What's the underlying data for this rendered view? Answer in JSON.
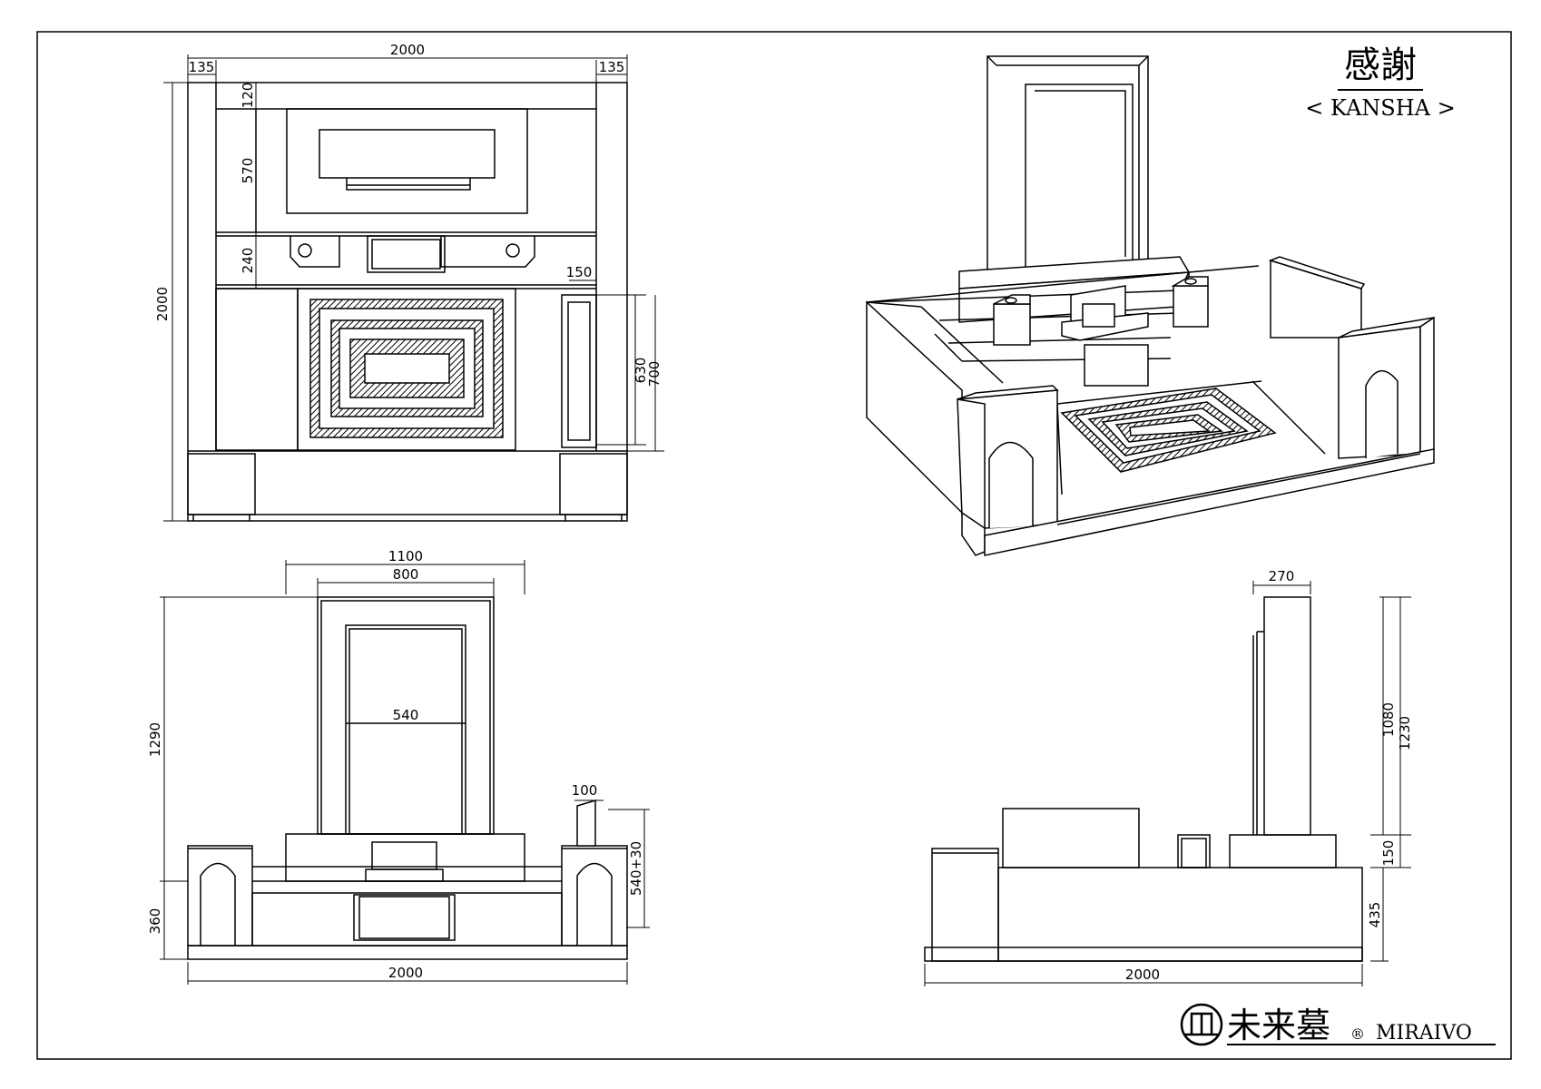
{
  "title": {
    "kanji": "感謝",
    "romaji": "< KANSHA >"
  },
  "brand": {
    "kanji": "未来墓",
    "registered": "®",
    "latin": "MIRAIVO",
    "logo_icon": "miraivo-logo-icon"
  },
  "plan_view": {
    "dims": {
      "overall_width": "2000",
      "left_margin": "135",
      "right_margin": "135",
      "overall_depth": "2000",
      "d120": "120",
      "d570": "570",
      "d240": "240",
      "d150": "150",
      "d630": "630",
      "d700": "700"
    }
  },
  "front_view": {
    "dims": {
      "d1100": "1100",
      "d800": "800",
      "d540": "540",
      "d1290": "1290",
      "d360": "360",
      "d100": "100",
      "d540_30": "540+30",
      "overall_width": "2000"
    }
  },
  "side_view": {
    "dims": {
      "d270": "270",
      "d1080": "1080",
      "d1230": "1230",
      "d150": "150",
      "d435": "435",
      "overall_width": "2000"
    }
  }
}
